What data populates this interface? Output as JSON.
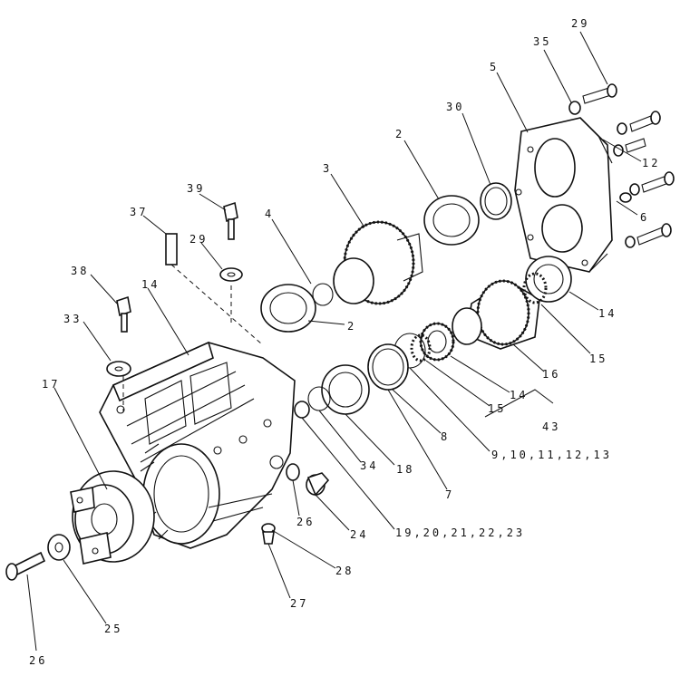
{
  "callouts": {
    "c29a": "29",
    "c35": "35",
    "c5": "5",
    "c30": "30",
    "c2a": "2",
    "c3": "3",
    "c4": "4",
    "c12": "12",
    "c6": "6",
    "c39": "39",
    "c37": "37",
    "c29b": "29",
    "c14a": "14",
    "c38": "38",
    "c2b": "2",
    "c14b": "14",
    "c15a": "15",
    "c33": "33",
    "c16": "16",
    "c17": "17",
    "c14c": "14",
    "c15b": "15",
    "c43": "43",
    "c8": "8",
    "c34": "34",
    "c18": "18",
    "c91013": "9,10,11,12,13",
    "c7": "7",
    "c26a": "26",
    "c24": "24",
    "c1920": "19,20,21,22,23",
    "c28": "28",
    "c25": "25",
    "c27": "27",
    "c26b": "26"
  }
}
